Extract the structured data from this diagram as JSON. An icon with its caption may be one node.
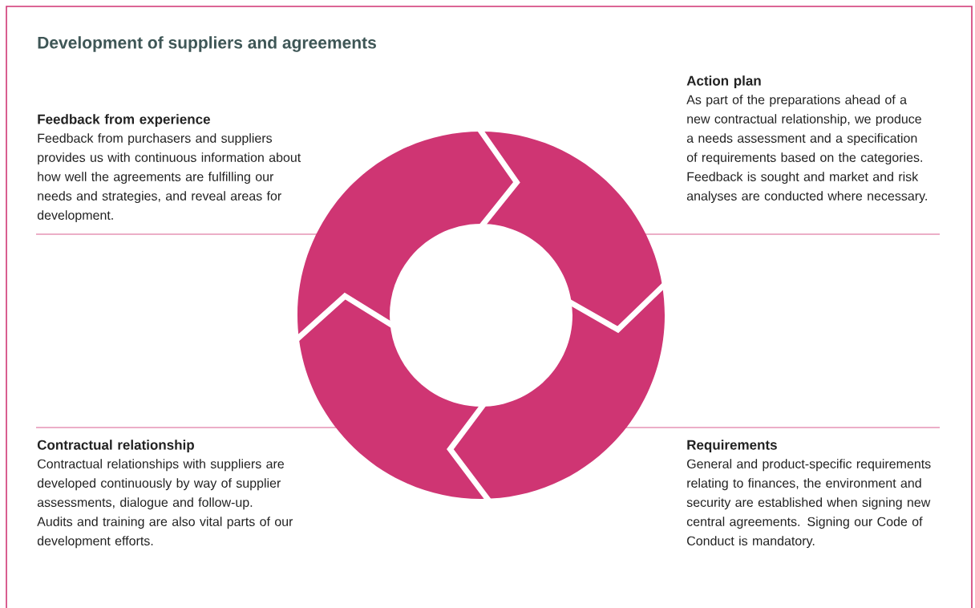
{
  "diagram": {
    "title": "Development of suppliers and agreements",
    "labels": [
      "Action plan",
      "As part of the preparations ahead of a new contractual relationship, we produce a needs assessment and a specification of requirements based on the categories. Feedback is sought and market and risk analyses are conducted where necessary.",
      "Feedback from experience",
      "Feedback from purchasers and suppliers provides us with continuous information about how well the agreements are fulfilling our needs and strategies, and reveal areas for development.",
      "Contractual relationship",
      "Contractual relationships with suppliers are developed continuously by way of supplier assessments, dialogue and follow-up. Audits and training are also vital parts of our development efforts.",
      "Requirements",
      "General and product-specific requirements relating to finances, the environment and security are established when signing new central agreements. Signing our Code of Conduct is mandatory."
    ]
  }
}
